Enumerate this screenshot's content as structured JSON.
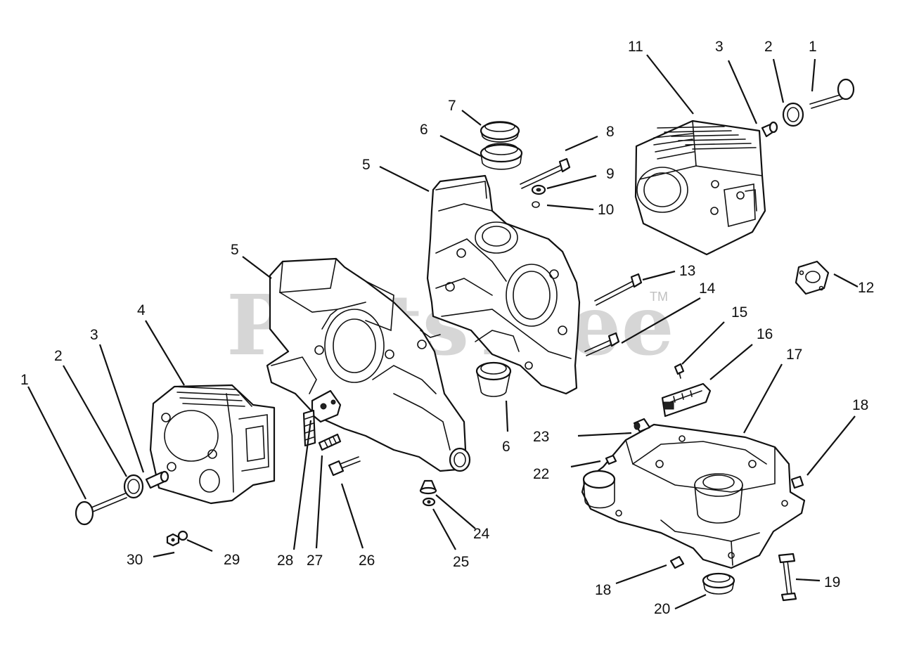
{
  "watermark": {
    "text": "PartsTree",
    "tm": "TM"
  },
  "callouts": [
    {
      "label": "1"
    },
    {
      "label": "2"
    },
    {
      "label": "3"
    },
    {
      "label": "11"
    },
    {
      "label": "7"
    },
    {
      "label": "6"
    },
    {
      "label": "8"
    },
    {
      "label": "5"
    },
    {
      "label": "9"
    },
    {
      "label": "10"
    },
    {
      "label": "5"
    },
    {
      "label": "13"
    },
    {
      "label": "12"
    },
    {
      "label": "14"
    },
    {
      "label": "4"
    },
    {
      "label": "3"
    },
    {
      "label": "2"
    },
    {
      "label": "15"
    },
    {
      "label": "16"
    },
    {
      "label": "17"
    },
    {
      "label": "1"
    },
    {
      "label": "18"
    },
    {
      "label": "6"
    },
    {
      "label": "23"
    },
    {
      "label": "22"
    },
    {
      "label": "24"
    },
    {
      "label": "30"
    },
    {
      "label": "29"
    },
    {
      "label": "28"
    },
    {
      "label": "27"
    },
    {
      "label": "26"
    },
    {
      "label": "25"
    },
    {
      "label": "18"
    },
    {
      "label": "19"
    },
    {
      "label": "20"
    }
  ]
}
